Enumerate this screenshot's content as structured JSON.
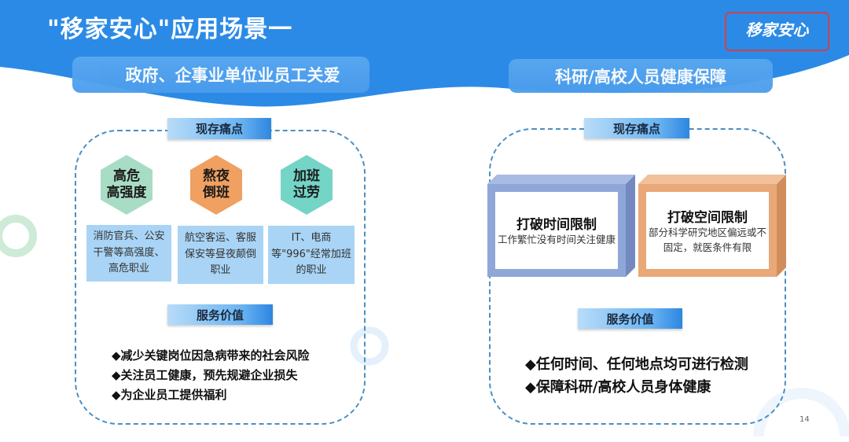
{
  "title": "\"移家安心\"应用场景一",
  "logo": "移家安心",
  "page_number": "14",
  "left": {
    "header": "政府、企事业单位业员工关爱",
    "pain_label": "现存痛点",
    "pains": [
      {
        "tag": "高危\n高强度",
        "desc": "消防官兵、公安干警等高强度、高危职业",
        "color": "#a8dcc4"
      },
      {
        "tag": "熬夜\n倒班",
        "desc": "航空客运、客服保安等昼夜颠倒职业",
        "color": "#f0a061"
      },
      {
        "tag": "加班\n过劳",
        "desc": "IT、电商等\"996\"经常加班的职业",
        "color": "#74d4c6"
      }
    ],
    "value_label": "服务价值",
    "values": [
      "◆减少关键岗位因急病带来的社会风险",
      "◆关注员工健康，预先规避企业损失",
      "◆为企业员工提供福利"
    ]
  },
  "right": {
    "header": "科研/高校人员健康保障",
    "pain_label": "现存痛点",
    "pains": [
      {
        "title": "打破时间限制",
        "desc": "工作繁忙没有时间关注健康",
        "color": "#8fa6d8"
      },
      {
        "title": "打破空间限制",
        "desc": "部分科学研究地区偏远或不固定，就医条件有限",
        "color": "#e9a878"
      }
    ],
    "value_label": "服务价值",
    "values": [
      "◆任何时间、任何地点均可进行检测",
      "◆保障科研/高校人员身体健康"
    ]
  }
}
